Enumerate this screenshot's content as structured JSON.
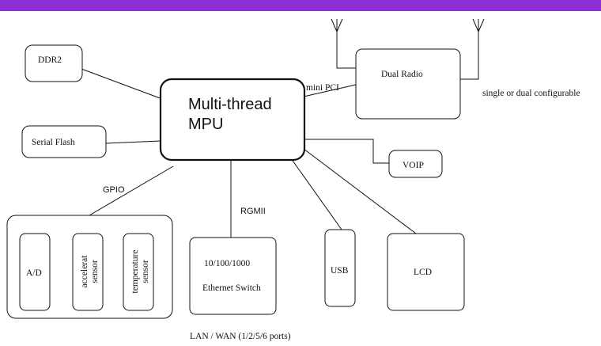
{
  "header": {
    "bar_color": "#8e2fd8"
  },
  "diagram": {
    "mpu": {
      "line1": "Multi-thread",
      "line2": "MPU"
    },
    "ddr2": "DDR2",
    "serial_flash": "Serial Flash",
    "dual_radio": "Dual Radio",
    "radio_config": "single or dual configurable",
    "mini_pci": "mini PCI",
    "voip": "VOIP",
    "gpio": "GPIO",
    "rgmii": "RGMII",
    "ad": "A/D",
    "accel": {
      "line1": "accelerat",
      "line2": "sensor"
    },
    "temp": {
      "line1": "temperature",
      "line2": "sensor"
    },
    "ethernet": {
      "line1": "10/100/1000",
      "line2": "Ethernet Switch"
    },
    "usb": "USB",
    "lcd": "LCD",
    "lan_wan": "LAN / WAN (1/2/5/6 ports)"
  }
}
